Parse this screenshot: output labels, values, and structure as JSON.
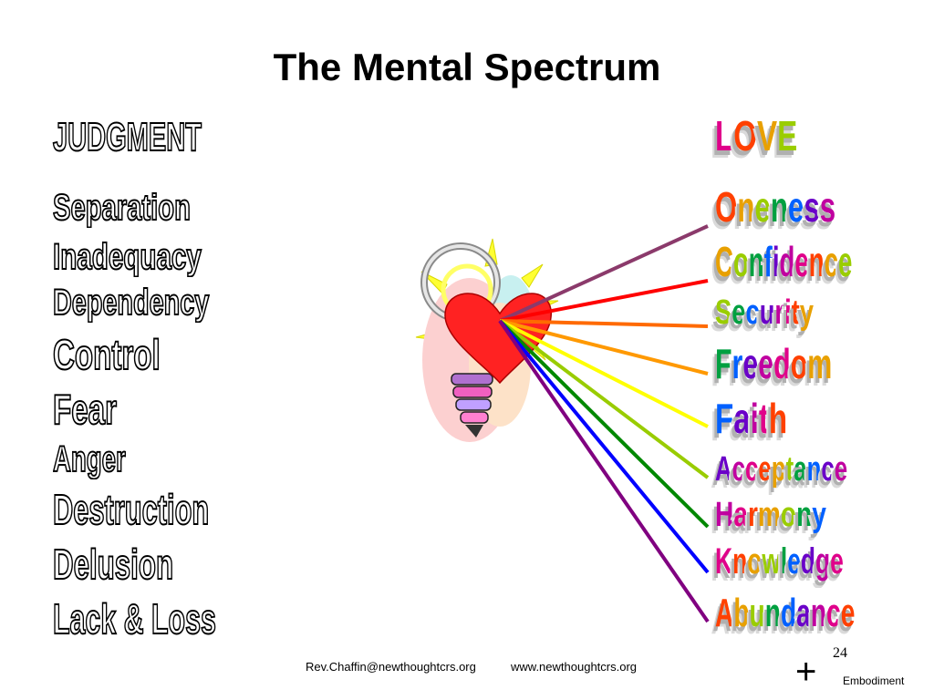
{
  "title": "The Mental Spectrum",
  "left_column": {
    "heading": "JUDGMENT",
    "items": [
      "Separation",
      "Inadequacy",
      "Dependency",
      "Control",
      "Fear",
      "Anger",
      "Destruction",
      "Delusion",
      "Lack & Loss"
    ]
  },
  "right_column": {
    "heading": "LOVE",
    "items": [
      "Oneness",
      "Confidence",
      "Security",
      "Freedom",
      "Faith",
      "Acceptance",
      "Harmony",
      "Knowledge",
      "Abundance"
    ]
  },
  "ray_colors": [
    "#8b3a6b",
    "#ff0000",
    "#ff6a00",
    "#ff9900",
    "#ffff00",
    "#99cc00",
    "#008800",
    "#0000ff",
    "#800080"
  ],
  "rainbow_letter_colors": [
    "#e0008a",
    "#ff4000",
    "#e8a000",
    "#9acd00",
    "#00a040",
    "#0060ff",
    "#6a00c8",
    "#c000a0"
  ],
  "footer": {
    "email": "Rev.Chaffin@newthoughtcrs.org",
    "website": "www.newthoughtcrs.org",
    "page_number": "24",
    "plus": "+",
    "embodiment": "Embodiment"
  }
}
